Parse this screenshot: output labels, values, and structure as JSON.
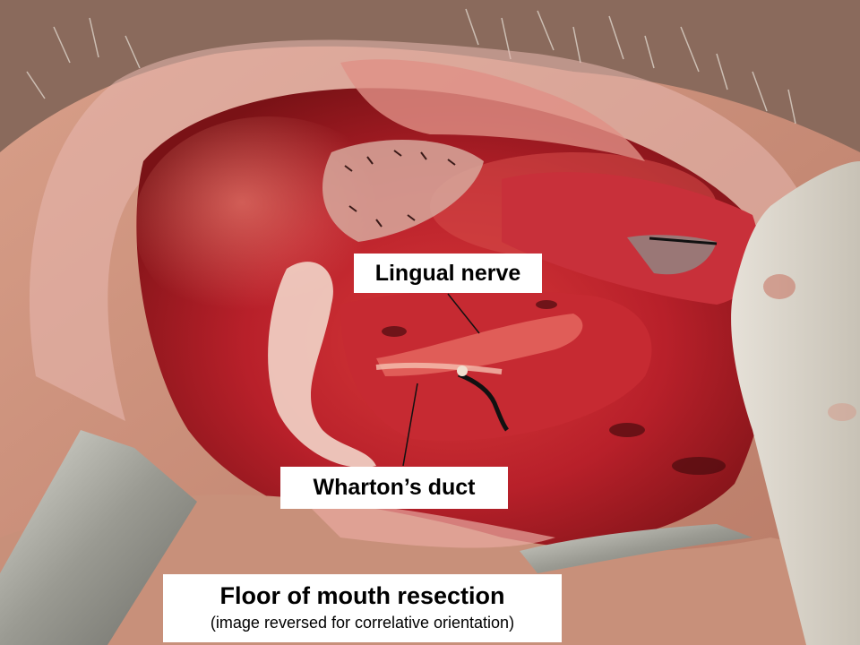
{
  "annotations": {
    "lingual_nerve": "Lingual nerve",
    "whartons_duct": "Wharton’s duct"
  },
  "caption": {
    "title": "Floor of mouth resection",
    "subtitle": "(image reversed for correlative orientation)"
  },
  "colors": {
    "tissue_red": "#b8202a",
    "label_background": "#ffffff",
    "text": "#000000"
  }
}
